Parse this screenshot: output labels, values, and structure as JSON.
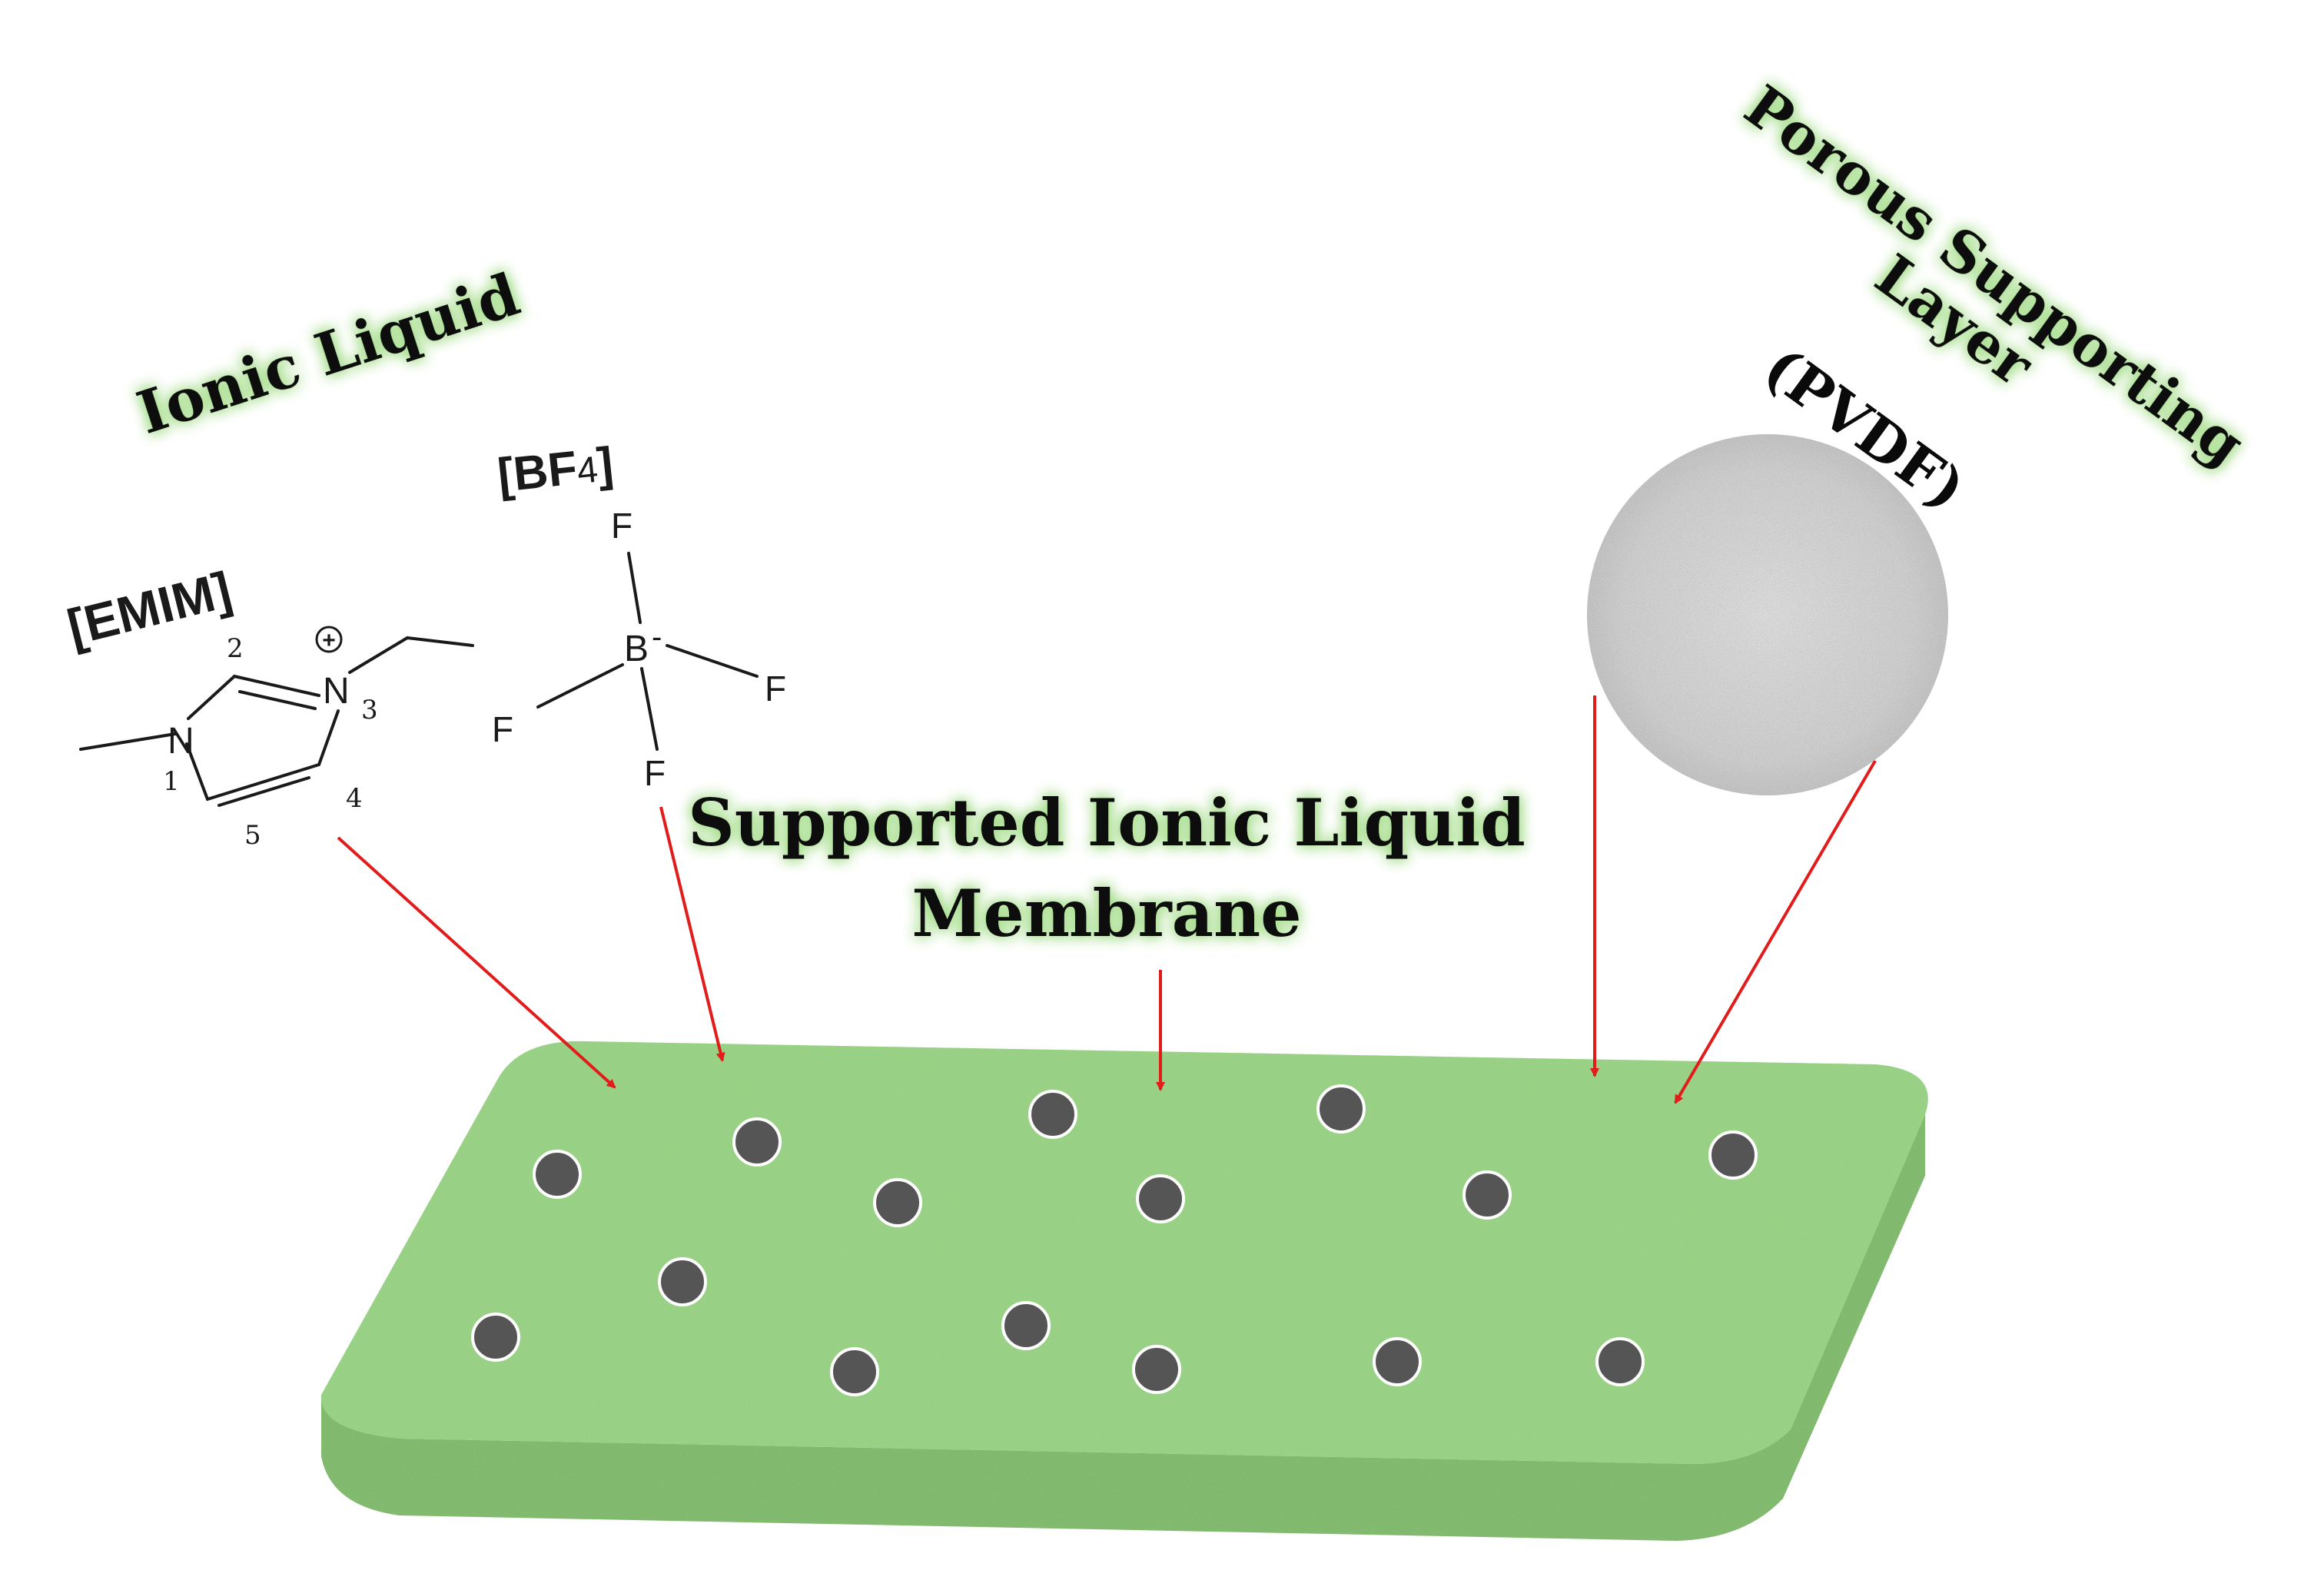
{
  "labels": {
    "ionic_liquid": "Ionic Liquid",
    "cation": "[EMIM]",
    "anion_prefix": "[BF",
    "anion_sub": "4",
    "anion_suffix": "]",
    "membrane_line1": "Supported Ionic Liquid",
    "membrane_line2": "Membrane",
    "porous_line1": "Porous Supporting",
    "porous_line2": "Layer",
    "pvdf": "(PVDF)"
  },
  "emim": {
    "atom_n1": "N",
    "atom_n3": "N",
    "charge": "+",
    "ring_numbers": [
      "1",
      "2",
      "3",
      "4",
      "5"
    ]
  },
  "bf4": {
    "center": "B",
    "charge": "-",
    "fluorines": [
      "F",
      "F",
      "F",
      "F"
    ]
  },
  "colors": {
    "membrane_top": "#93cf7d",
    "membrane_side": "#74b25d",
    "pore": "#555555",
    "arrow": "#e21b1b",
    "glow": "#a6e08a"
  }
}
